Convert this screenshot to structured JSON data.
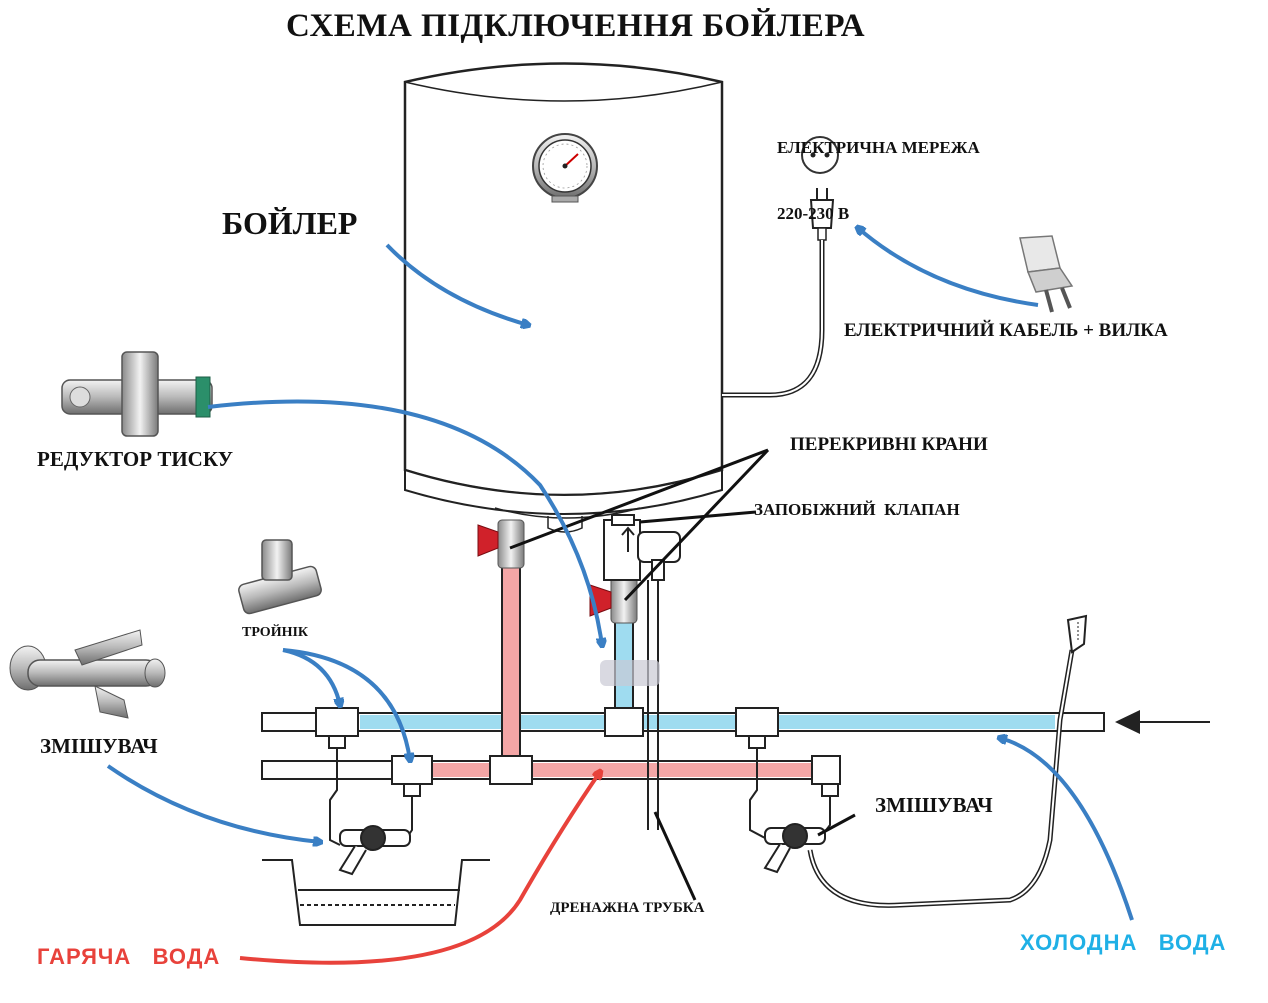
{
  "title": "СХЕМА ПІДКЛЮЧЕННЯ БОЙЛЕРА",
  "labels": {
    "boiler": "БОЙЛЕР",
    "mains_line1": "ЕЛЕКТРИЧНА МЕРЕЖА",
    "mains_line2": "220-230 В",
    "cable_plug": "ЕЛЕКТРИЧНИЙ КАБЕЛЬ + ВИЛКА",
    "pressure_reducer": "РЕДУКТОР ТИСКУ",
    "shutoff_valves": "ПЕРЕКРИВНІ КРАНИ",
    "safety_valve": "ЗАПОБІЖНИЙ  КЛАПАН",
    "tee": "ТРОЙНІК",
    "mixer_left": "ЗМІШУВАЧ",
    "mixer_right": "ЗМІШУВАЧ",
    "drain_tube": "ДРЕНАЖНА ТРУБКА",
    "hot_water": "ГАРЯЧА   ВОДА",
    "cold_water": "ХОЛОДНА   ВОДА"
  },
  "colors": {
    "hot_pipe": "#f4a6a6",
    "cold_pipe": "#9fdcf0",
    "arrow_blue": "#3a7fc4",
    "arrow_red": "#e8423b",
    "hot_text": "#e8423b",
    "cold_text": "#1fb0e6"
  },
  "icons": [
    "thermometer-gauge-icon",
    "socket-icon",
    "plug-icon",
    "pressure-reducer-icon",
    "tee-fitting-icon",
    "mixer-faucet-icon",
    "ball-valve-icon",
    "shower-head-icon"
  ]
}
